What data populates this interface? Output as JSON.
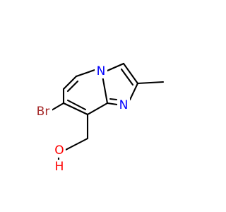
{
  "molecule": {
    "atoms": {
      "bromine": {
        "text": "Br",
        "color": "#a52a2a"
      },
      "ring_nitrogen_bridge": {
        "text": "N",
        "color": "#0000ff"
      },
      "ring_nitrogen_imine": {
        "text": "N",
        "color": "#0000ff"
      },
      "hydroxyl_oxygen": {
        "text": "O",
        "color": "#ff0000"
      },
      "hydroxyl_hydrogen": {
        "text": "H",
        "color": "#ff0000"
      }
    },
    "bond_color": "#000000"
  }
}
